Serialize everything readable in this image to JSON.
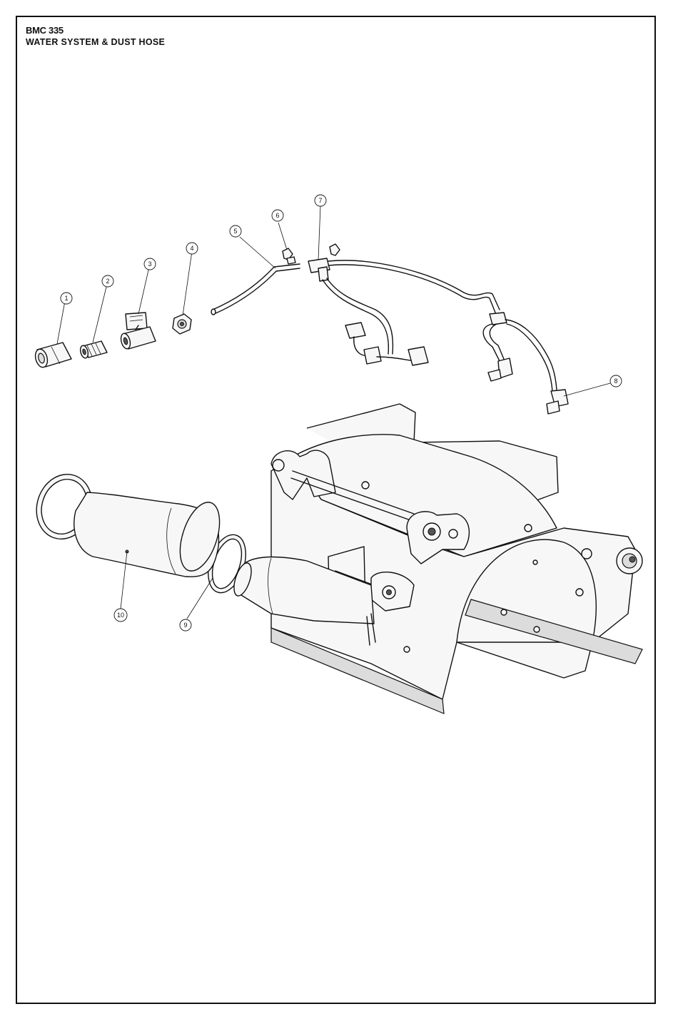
{
  "header": {
    "model": "BMC 335",
    "subtitle": "WATER SYSTEM & DUST HOSE"
  },
  "callouts": [
    "1",
    "2",
    "3",
    "4",
    "5",
    "6",
    "7",
    "8",
    "9",
    "10"
  ]
}
